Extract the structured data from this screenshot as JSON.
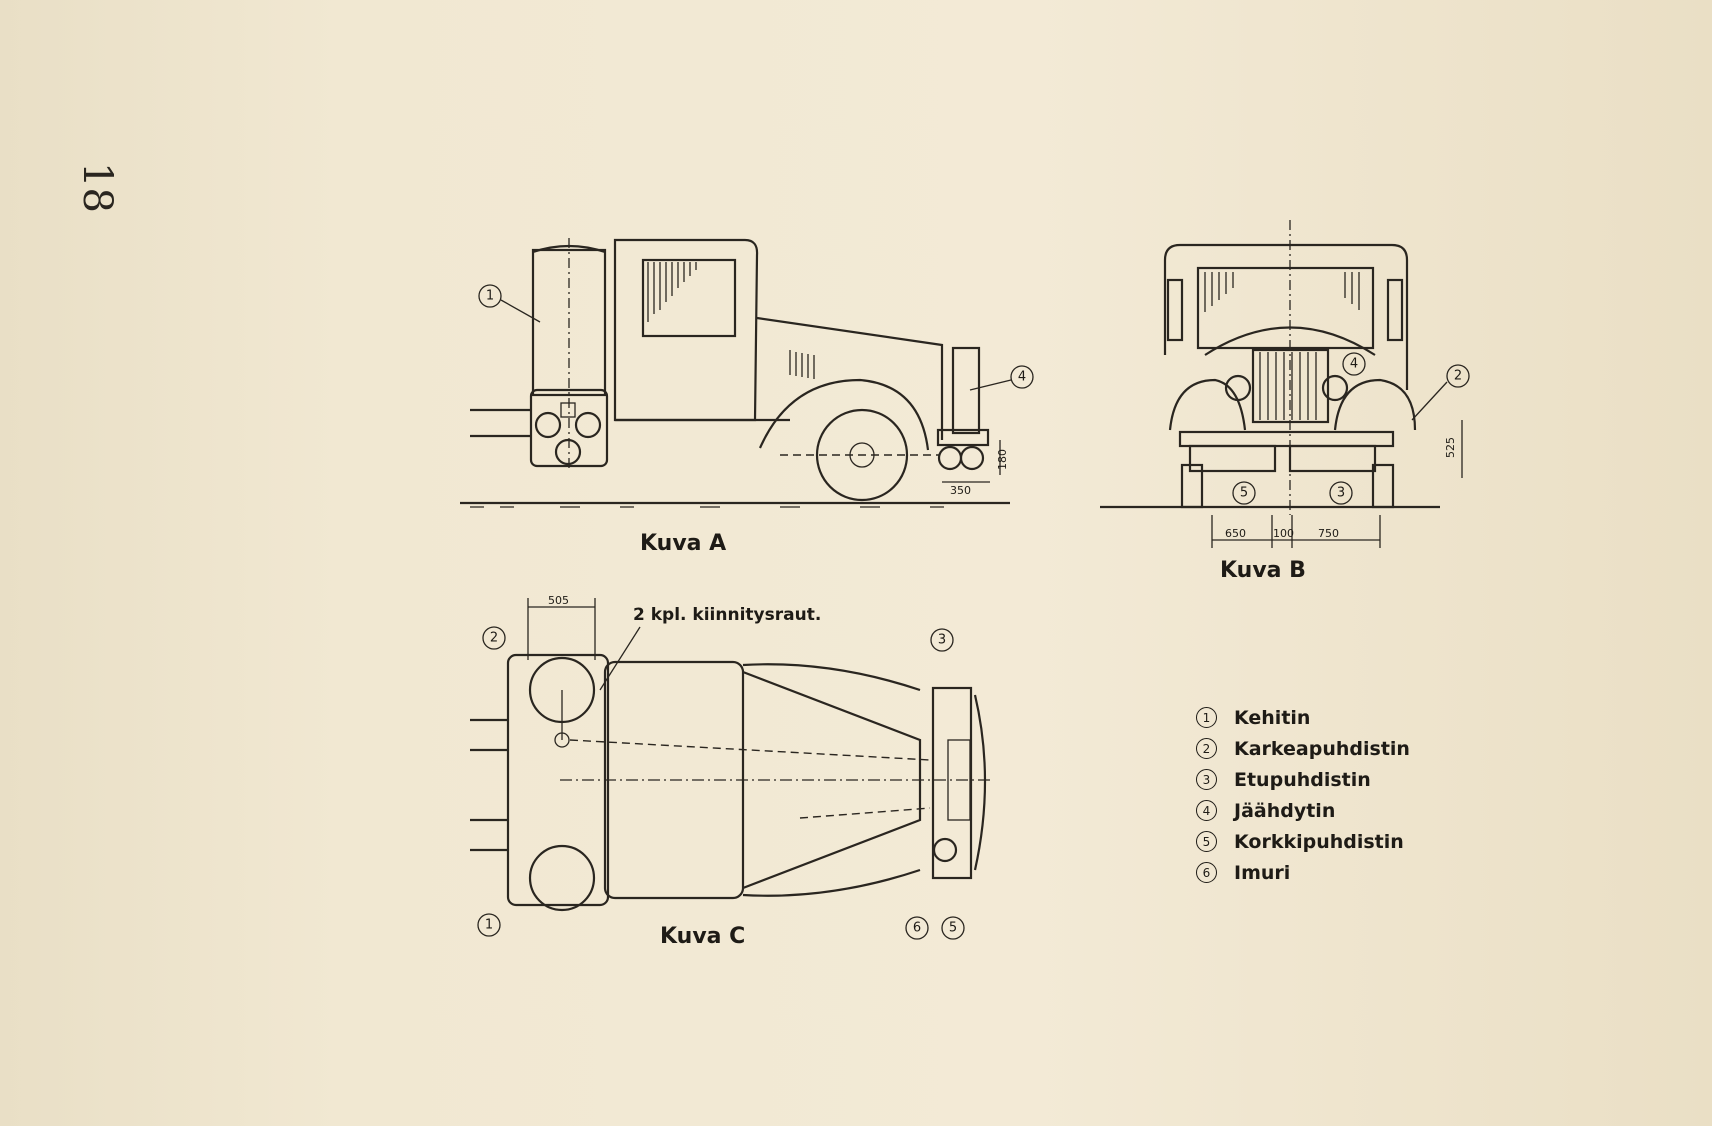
{
  "page_number": "18",
  "figures": {
    "a": {
      "label": "Kuva A",
      "dims": [
        "350",
        "180"
      ]
    },
    "b": {
      "label": "Kuva B",
      "dims": [
        "650",
        "100",
        "750",
        "525"
      ]
    },
    "c": {
      "label": "Kuva C",
      "dims": [
        "505"
      ],
      "note": "2 kpl. kiinnitysraut."
    }
  },
  "legend": [
    {
      "num": "1",
      "label": "Kehitin"
    },
    {
      "num": "2",
      "label": "Karkeapuhdistin"
    },
    {
      "num": "3",
      "label": "Etupuhdistin"
    },
    {
      "num": "4",
      "label": "Jäähdytin"
    },
    {
      "num": "5",
      "label": "Korkkipuhdistin"
    },
    {
      "num": "6",
      "label": "Imuri"
    }
  ]
}
